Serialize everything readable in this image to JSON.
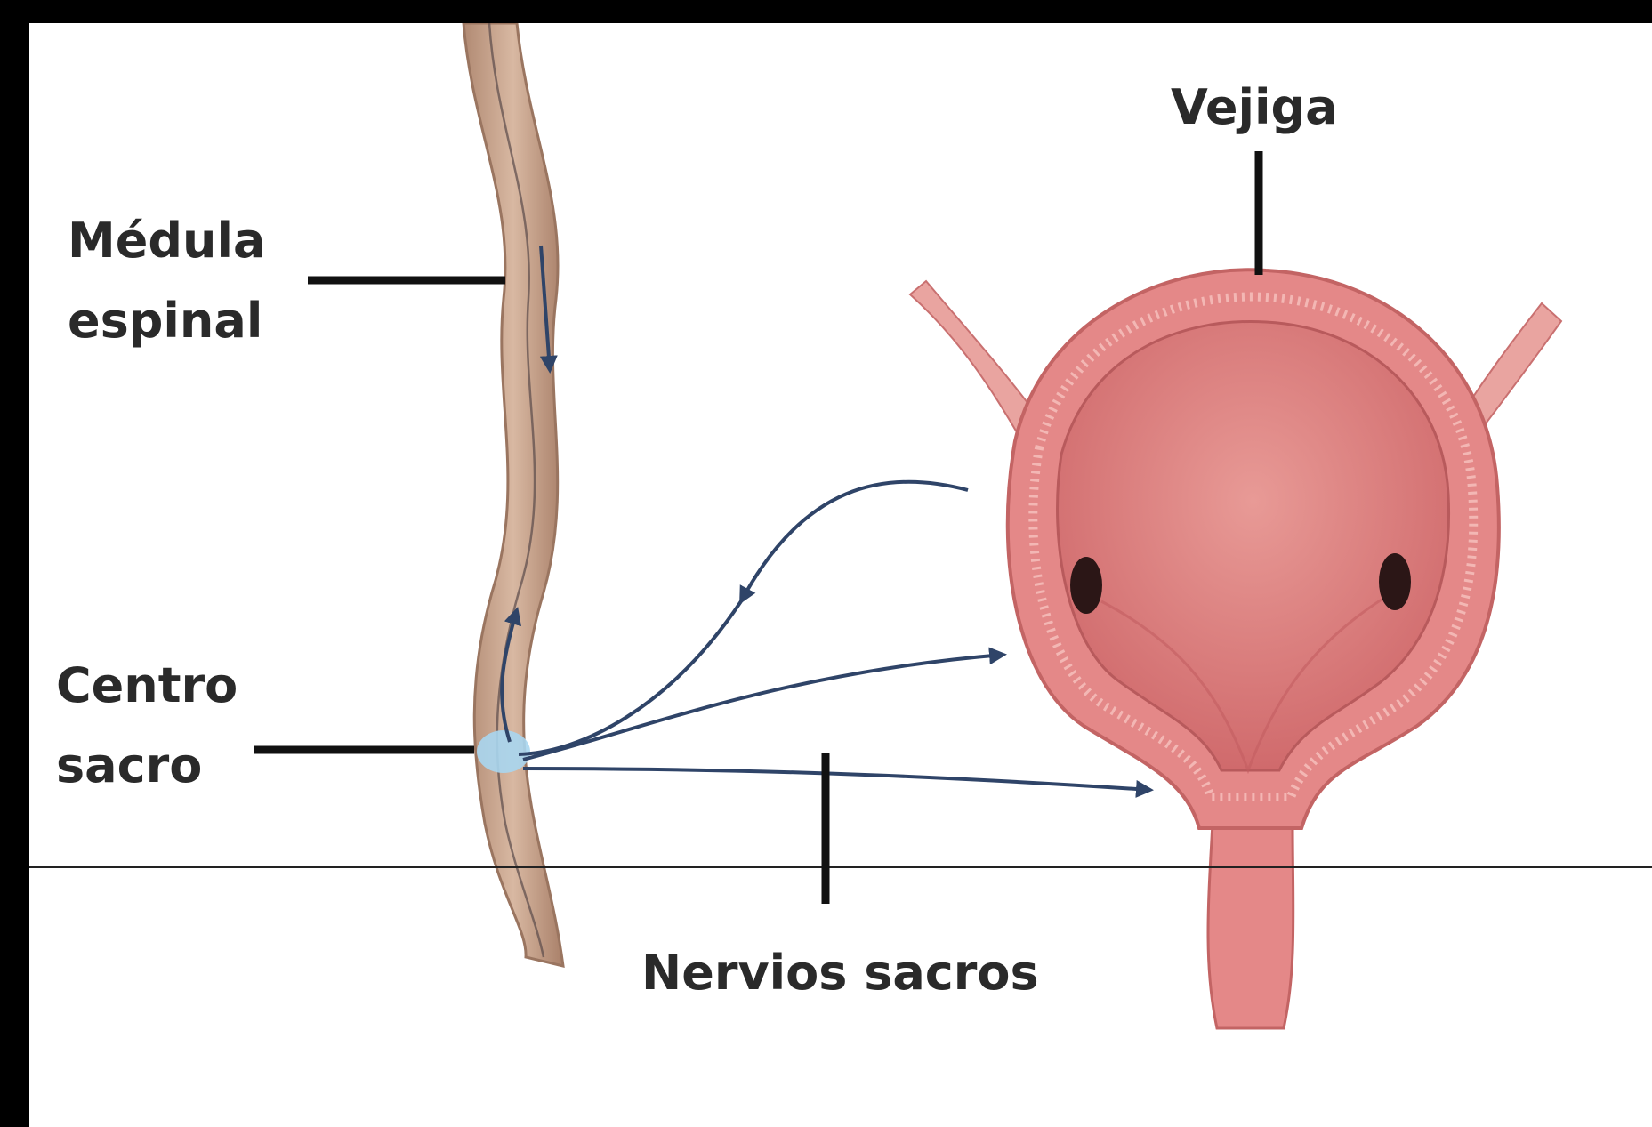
{
  "labels": {
    "bladder": "Vejiga",
    "spinal_cord_line1": "Médula",
    "spinal_cord_line2": "espinal",
    "sacral_center_line1": "Centro",
    "sacral_center_line2": "sacro",
    "sacral_nerves": "Nervios sacros"
  },
  "colors": {
    "frame": "#000000",
    "background": "#ffffff",
    "spinal_cord": "#c9a58f",
    "bladder_wall": "#e48888",
    "bladder_lining": "#d76f70",
    "nerve": "#2f4468",
    "sacral_center": "#a9d6ef",
    "leader_line": "#111111",
    "text": "#2a2a2a"
  }
}
